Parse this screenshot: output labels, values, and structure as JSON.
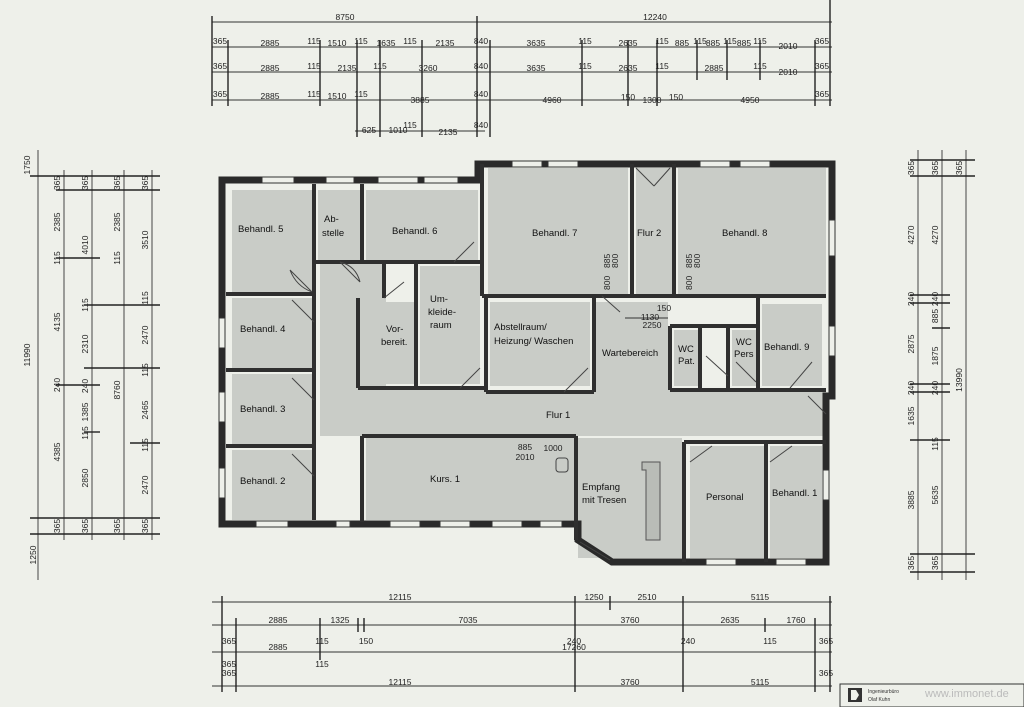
{
  "rooms": {
    "behandl5": "Behandl. 5",
    "abstelle_1": "Ab-",
    "abstelle_2": "stelle",
    "behandl6": "Behandl. 6",
    "behandl7": "Behandl. 7",
    "flur2": "Flur 2",
    "behandl8": "Behandl. 8",
    "behandl4": "Behandl. 4",
    "vorbereit_1": "Vor-",
    "vorbereit_2": "bereit.",
    "umkleide_1": "Um-",
    "umkleide_2": "kleide-",
    "umkleide_3": "raum",
    "abstellraum_1": "Abstellraum/",
    "abstellraum_2": "Heizung/ Waschen",
    "wartebereich": "Wartebereich",
    "wc_pat_1": "WC",
    "wc_pat_2": "Pat.",
    "wc_pers_1": "WC",
    "wc_pers_2": "Pers",
    "behandl9": "Behandl. 9",
    "behandl3": "Behandl. 3",
    "flur1": "Flur 1",
    "behandl2": "Behandl. 2",
    "kurs1": "Kurs. 1",
    "empfang_1": "Empfang",
    "empfang_2": "mit Tresen",
    "personal": "Personal",
    "behandl1": "Behandl. 1"
  },
  "top_dims": {
    "row0": [
      "8750",
      "12240"
    ],
    "row1": [
      "365",
      "2885",
      "115",
      "1510",
      "115",
      "1635",
      "115",
      "2135",
      "840",
      "3635",
      "115",
      "2635",
      "115",
      "885",
      "115",
      "885",
      "115",
      "885",
      "115",
      "2010",
      "365"
    ],
    "row2": [
      "365",
      "2885",
      "115",
      "2135",
      "115",
      "3260",
      "840",
      "3635",
      "115",
      "2635",
      "115",
      "2885",
      "115",
      "2010",
      "365"
    ],
    "row3": [
      "365",
      "2885",
      "115",
      "1510",
      "115",
      "3885",
      "840",
      "4960",
      "150",
      "1300",
      "150",
      "4950",
      "365"
    ],
    "row4": [
      "625",
      "1010",
      "115",
      "2135",
      "840"
    ]
  },
  "bottom_dims": {
    "row0": [
      "12115",
      "1250",
      "2510",
      "5115"
    ],
    "row1": [
      "365",
      "2885",
      "115",
      "1325",
      "150",
      "7035",
      "240",
      "3760",
      "240",
      "2635",
      "115",
      "1760",
      "365"
    ],
    "row2": [
      "365",
      "2885",
      "115",
      "17260"
    ],
    "row3": [
      "365",
      "12115",
      "3760",
      "5115",
      "365"
    ]
  },
  "left_dims": {
    "outer": [
      "1750",
      "11990",
      "1250"
    ],
    "col1": [
      "365",
      "2385",
      "115",
      "4135",
      "240",
      "4385",
      "365"
    ],
    "col2": [
      "365",
      "4010",
      "115",
      "2310",
      "240",
      "1385",
      "115",
      "2850",
      "365"
    ],
    "col3": [
      "365",
      "2385",
      "115",
      "8760",
      "365"
    ],
    "col4": [
      "365",
      "3510",
      "115",
      "2470",
      "115",
      "2465",
      "115",
      "2470",
      "365"
    ]
  },
  "right_dims": {
    "col1": [
      "365",
      "4270",
      "240",
      "2875",
      "240",
      "1635",
      "3885",
      "365"
    ],
    "col2": [
      "365",
      "4270",
      "240",
      "885",
      "1875",
      "240",
      "115",
      "5635",
      "365"
    ],
    "col3": [
      "13990"
    ]
  },
  "inner_dims": {
    "flur2_a": [
      "800",
      "885",
      "800"
    ],
    "flur2_b": [
      "800",
      "885",
      "800"
    ],
    "warte": [
      "150",
      "1130",
      "2250"
    ],
    "kurs": [
      "885",
      "2010",
      "1000"
    ]
  },
  "footer": {
    "company_1": "Ingenieurbüro",
    "company_2": "Olaf Kuhn",
    "watermark": "www.immonet.de"
  },
  "colors": {
    "paper": "#eef0ea",
    "room_fill": "#c9ccc7",
    "wall": "#2a2a2a"
  }
}
